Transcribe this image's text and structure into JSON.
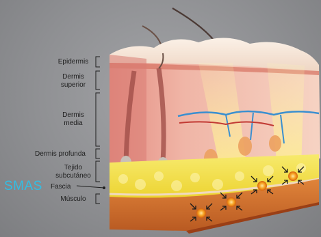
{
  "labels": {
    "epidermis": "Epidermis",
    "dermis_superior": "Dermis\nsuperior",
    "dermis_media": "Dermis\nmedia",
    "dermis_profunda": "Dermis profunda",
    "tejido_subcutaneo": "Tejido\nsubcutáneo",
    "fascia": "Fascia",
    "musculo": "Músculo",
    "smas": "SMAS"
  },
  "colors": {
    "background": "#8d8e91",
    "smas_accent": "#33bde3",
    "fat_layer": "#f3e24a",
    "muscle_layer": "#d8702e",
    "dermis": "#f0b6a4",
    "treatment_point": "#f39a1e"
  },
  "icons": [
    "treatment-point-icon",
    "arrow-icon"
  ]
}
